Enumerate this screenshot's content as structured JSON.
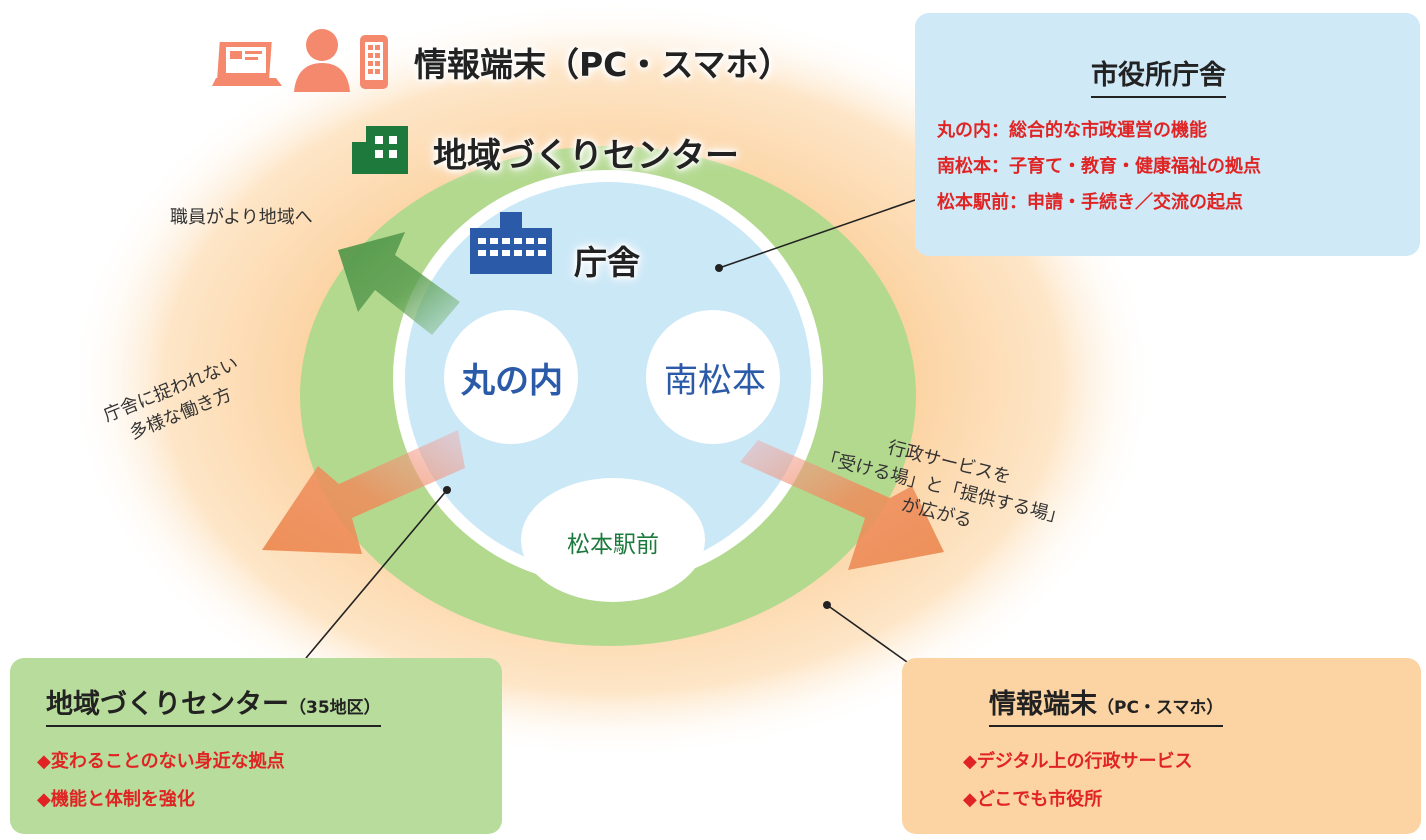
{
  "diagram": {
    "terminal_title": "情報端末（PC・スマホ）",
    "center_title": "地域づくりセンター",
    "hall_title": "庁舎",
    "circles": {
      "marunouchi": "丸の内",
      "minami_matsumoto": "南松本",
      "ekimae": "松本駅前"
    },
    "annotations": {
      "staff": "職員がより地域へ",
      "workstyle_line1": "庁舎に捉われない",
      "workstyle_line2": "多様な働き方",
      "service_line1": "行政サービスを",
      "service_line2": "「受ける場」と「提供する場」",
      "service_line3": "が広がる"
    }
  },
  "boxes": {
    "hall": {
      "title": "市役所庁舎",
      "lines": [
        "丸の内：総合的な市政運営の機能",
        "南松本：子育て・教育・健康福祉の拠点",
        "松本駅前：申請・手続き／交流の起点"
      ]
    },
    "center": {
      "title": "地域づくりセンター",
      "subtitle": "（35地区）",
      "lines": [
        "◆変わることのない身近な拠点",
        "◆機能と体制を強化"
      ]
    },
    "terminal": {
      "title": "情報端末",
      "subtitle": "（PC・スマホ）",
      "lines": [
        "◆デジタル上の行政サービス",
        "◆どこでも市役所"
      ]
    }
  },
  "colors": {
    "outer_glow": "#fcd3a2",
    "green_ring": "#b3d98f",
    "inner_circle": "#cbe8f7",
    "blue_text": "#2a5aa8",
    "green_text": "#1c7a3c",
    "red_text": "#e02424",
    "arrow_green": "#5c9e52",
    "arrow_orange": "#ee8d5c"
  },
  "icons": [
    "laptop-icon",
    "person-icon",
    "smartphone-icon",
    "community-center-building-icon",
    "city-hall-building-icon"
  ]
}
